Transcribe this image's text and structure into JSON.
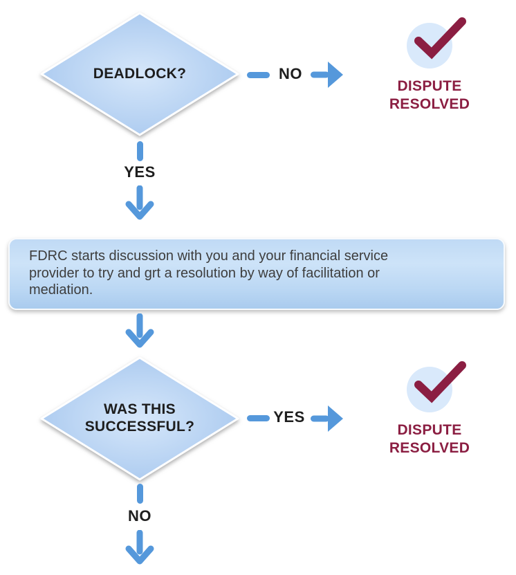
{
  "colors": {
    "arrow-blue": "#5598DB",
    "maroon": "#8B1E42",
    "circle-fill": "#D9E9FB",
    "diamond-center": "#D6E7FA",
    "diamond-edge": "#A5C6EE"
  },
  "icons": {
    "checkmark-icon": "✓",
    "arrow-right-icon": "→",
    "arrow-down-icon": "↓"
  },
  "flow": {
    "decision1": {
      "label": "DEADLOCK?",
      "no_label": "NO",
      "yes_label": "YES"
    },
    "resolved1": {
      "label": "DISPUTE RESOLVED"
    },
    "process": {
      "text": "FDRC starts discussion with you and your financial service provider to try and grt a resolution by way of facilitation or mediation."
    },
    "decision2": {
      "label": "WAS THIS SUCCESSFUL?",
      "yes_label": "YES",
      "no_label": "NO"
    },
    "resolved2": {
      "label": "DISPUTE RESOLVED"
    }
  }
}
